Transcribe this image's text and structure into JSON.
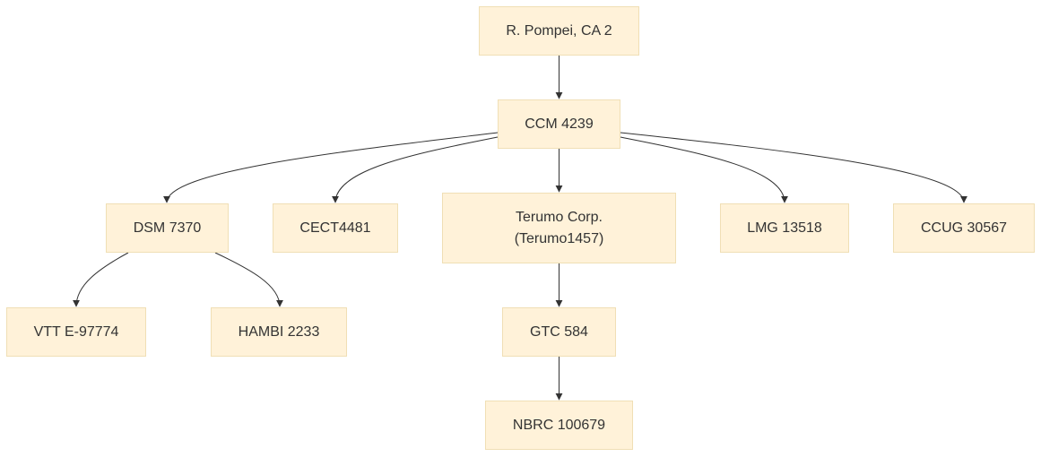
{
  "nodes": {
    "root": "R. Pompei, CA 2",
    "ccm": "CCM 4239",
    "dsm": "DSM 7370",
    "cect": "CECT4481",
    "terumo": "Terumo Corp.\n(Terumo1457)",
    "lmg": "LMG 13518",
    "ccug": "CCUG 30567",
    "vtt": "VTT E-97774",
    "hambi": "HAMBI 2233",
    "gtc": "GTC 584",
    "nbrc": "NBRC 100679"
  },
  "edges": [
    {
      "from": "root",
      "to": "ccm"
    },
    {
      "from": "ccm",
      "to": "dsm"
    },
    {
      "from": "ccm",
      "to": "cect"
    },
    {
      "from": "ccm",
      "to": "terumo"
    },
    {
      "from": "ccm",
      "to": "lmg"
    },
    {
      "from": "ccm",
      "to": "ccug"
    },
    {
      "from": "dsm",
      "to": "vtt"
    },
    {
      "from": "dsm",
      "to": "hambi"
    },
    {
      "from": "terumo",
      "to": "gtc"
    },
    {
      "from": "gtc",
      "to": "nbrc"
    }
  ],
  "colors": {
    "node_fill": "#fff2d9",
    "node_border": "#f0dfb5",
    "edge": "#333333",
    "text": "#333333"
  }
}
